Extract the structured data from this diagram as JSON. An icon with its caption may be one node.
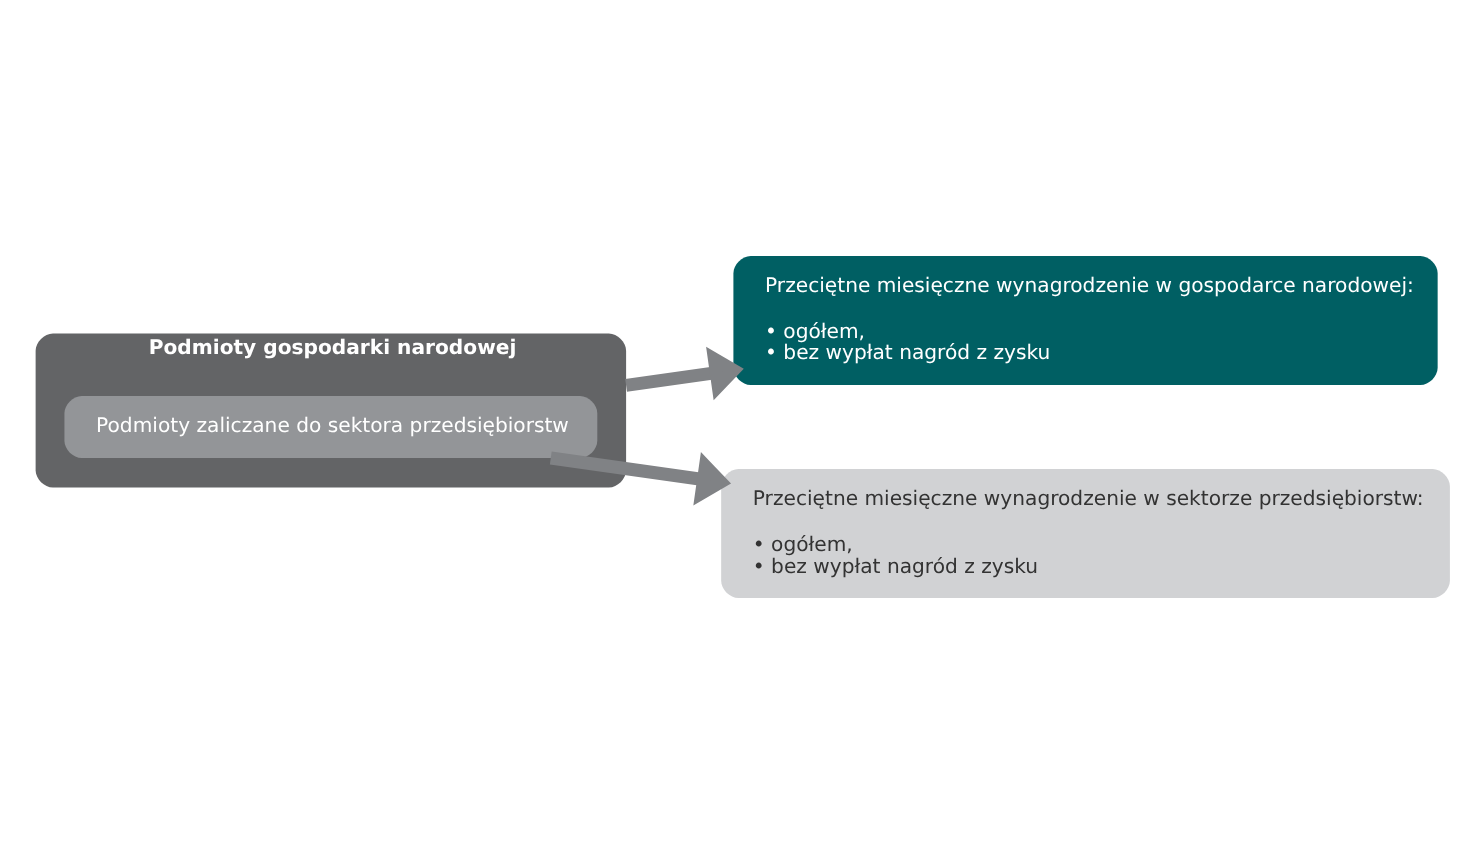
{
  "diagram": {
    "nodes": [
      {
        "text": [
          "Podmioty gospodarki narodowej"
        ]
      },
      {
        "text": [
          "Podmioty zaliczane do sektora przedsiębiorstw"
        ],
        "in": 0
      },
      {
        "text": [
          "Przeciętne miesięczne wynagrodzenie w gospodarce narodowej:",
          "• ogółem,",
          "• bez wypłat nagród z zysku"
        ]
      },
      {
        "text": [
          "Przeciętne miesięczne wynagrodzenie w sektorze przedsiębiorstw:",
          "• ogółem,",
          "• bez wypłat nagród z zysku"
        ]
      }
    ],
    "edges": [
      {
        "from": 0,
        "to": 2,
        "arrow": "to"
      },
      {
        "from": 1,
        "to": 3,
        "arrow": "to"
      }
    ]
  }
}
